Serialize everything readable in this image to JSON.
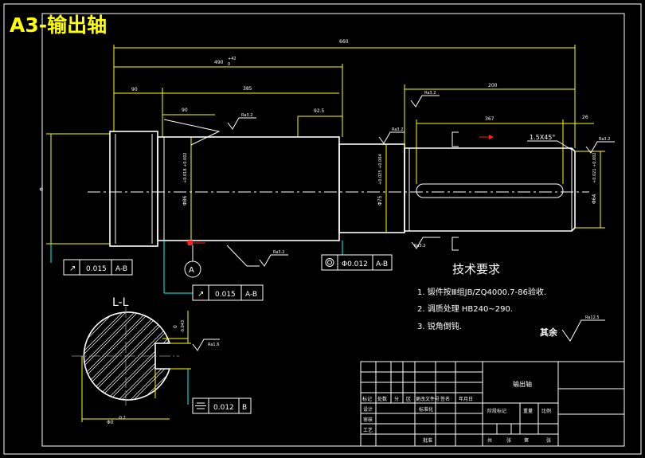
{
  "title": "A3-输出轴",
  "dimensions": {
    "overall": "660",
    "shaft_len": "490",
    "shaft_tol_upper": "+42",
    "shaft_tol_lower": "0",
    "left_90": "90",
    "mid_385": "385",
    "inner_90": "90",
    "right_200": "200",
    "d_92_5": "92.5",
    "key_367": "367",
    "end_26": "26",
    "chamfer": "1.5X45°",
    "left_dia": "Φ",
    "main_dia": "Φ86",
    "main_tol": "+0.018 +0.002",
    "neck_dia": "Φ75",
    "neck_tol": "+0.025 +0.004",
    "end_dia": "Φ64",
    "end_tol": "+0.021 +0.002",
    "sec_width": "Φ0",
    "sec_width_tol": "-0.2",
    "sec_depth": "0",
    "sec_depth_tol": "-0.043"
  },
  "roughness": [
    "Ra3.2",
    "Ra3.2",
    "Ra3.2",
    "Ra3.2",
    "Ra3.2",
    "Ra3.2",
    "Ra1.6"
  ],
  "tolerances": {
    "runout_left_value": "0.015",
    "runout_left_datum": "A-B",
    "runout_mid_value": "0.015",
    "runout_mid_datum": "A-B",
    "concentric_value": "Φ0.012",
    "concentric_datum": "A-B",
    "sym_value": "0.012",
    "sym_datum": "B",
    "datum_a": "A"
  },
  "section_label": "L-L",
  "tech": {
    "heading": "技术要求",
    "items": [
      "1. 锻件按Ⅲ组JB/ZQ4000.7-86验收.",
      "2. 调质处理 HB240~290.",
      "3. 锐角倒钝."
    ],
    "other": "其余",
    "other_ra": "Ra12.5"
  },
  "title_block": {
    "name": "输出轴",
    "labels": [
      "标记",
      "处数",
      "分",
      "区",
      "更改文件号",
      "签名",
      "年月日"
    ],
    "rows": [
      "设计",
      "审核",
      "工艺"
    ],
    "std": "标准化",
    "approve": "批准",
    "stage": "阶段标记",
    "weight": "重量",
    "scale": "比例",
    "sheet": "共",
    "sheet_of": "张",
    "sheet_no": "第",
    "sheet_of2": "张"
  }
}
